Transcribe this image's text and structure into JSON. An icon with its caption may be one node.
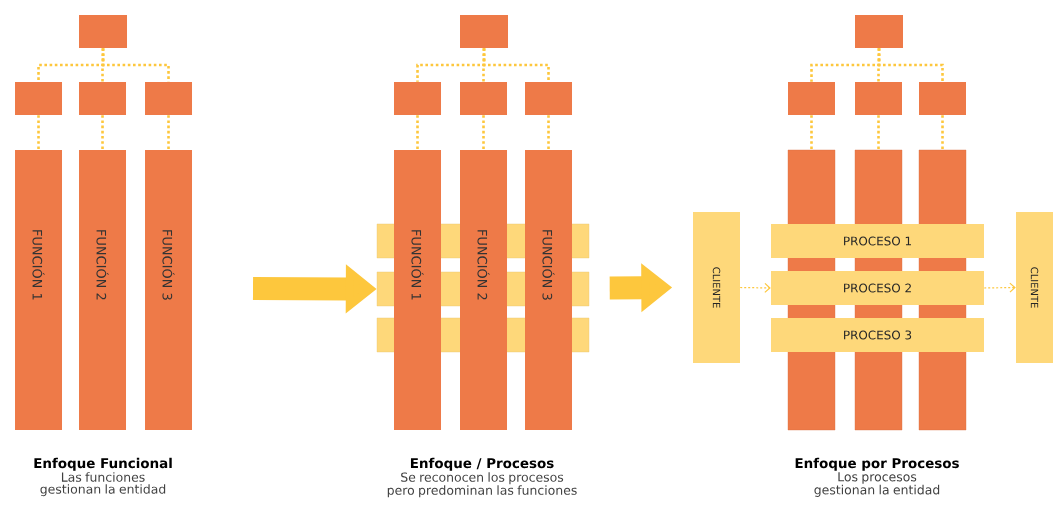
{
  "diagram": {
    "nodes": [
      {
        "text": [],
        "shape": "box"
      },
      {
        "text": [],
        "shape": "box"
      },
      {
        "text": [],
        "shape": "box"
      },
      {
        "text": [],
        "shape": "box"
      },
      {
        "text": [
          "FUNCIÓN 1"
        ]
      },
      {
        "text": [
          "FUNCIÓN 2"
        ]
      },
      {
        "text": [
          "FUNCIÓN 3"
        ]
      },
      {
        "text": [],
        "shape": "box"
      },
      {
        "text": [],
        "shape": "box"
      },
      {
        "text": [],
        "shape": "box"
      },
      {
        "text": [],
        "shape": "box"
      },
      {
        "text": [
          "FUNCIÓN 1"
        ]
      },
      {
        "text": [
          "FUNCIÓN 2"
        ]
      },
      {
        "text": [
          "FUNCIÓN 3"
        ]
      },
      {
        "text": [],
        "shape": "bar"
      },
      {
        "text": [],
        "shape": "bar"
      },
      {
        "text": [],
        "shape": "bar"
      },
      {
        "text": [],
        "shape": "box"
      },
      {
        "text": [],
        "shape": "box"
      },
      {
        "text": [],
        "shape": "box"
      },
      {
        "text": [],
        "shape": "box"
      },
      {
        "text": [],
        "shape": "bar"
      },
      {
        "text": [],
        "shape": "bar"
      },
      {
        "text": [],
        "shape": "bar"
      },
      {
        "text": [
          "CLIENTE"
        ]
      },
      {
        "text": [
          "PROCESO 1"
        ]
      },
      {
        "text": [
          "PROCESO 2"
        ]
      },
      {
        "text": [
          "PROCESO 3"
        ]
      },
      {
        "text": [
          "CLIENTE"
        ]
      }
    ],
    "edges": [
      {
        "from": 0,
        "to": 1,
        "arrow": "none",
        "style": "dashed"
      },
      {
        "from": 0,
        "to": 2,
        "arrow": "none",
        "style": "dashed"
      },
      {
        "from": 0,
        "to": 3,
        "arrow": "none",
        "style": "dashed"
      },
      {
        "from": 1,
        "to": 4,
        "arrow": "none",
        "style": "dashed"
      },
      {
        "from": 2,
        "to": 5,
        "arrow": "none",
        "style": "dashed"
      },
      {
        "from": 3,
        "to": 6,
        "arrow": "none",
        "style": "dashed"
      },
      {
        "from": 7,
        "to": 8,
        "arrow": "none",
        "style": "dashed"
      },
      {
        "from": 7,
        "to": 9,
        "arrow": "none",
        "style": "dashed"
      },
      {
        "from": 7,
        "to": 10,
        "arrow": "none",
        "style": "dashed"
      },
      {
        "from": 8,
        "to": 11,
        "arrow": "none",
        "style": "dashed"
      },
      {
        "from": 9,
        "to": 12,
        "arrow": "none",
        "style": "dashed"
      },
      {
        "from": 10,
        "to": 13,
        "arrow": "none",
        "style": "dashed"
      },
      {
        "from": 17,
        "to": 18,
        "arrow": "none",
        "style": "dashed"
      },
      {
        "from": 17,
        "to": 19,
        "arrow": "none",
        "style": "dashed"
      },
      {
        "from": 17,
        "to": 20,
        "arrow": "none",
        "style": "dashed"
      },
      {
        "from": 18,
        "to": 21,
        "arrow": "none",
        "style": "dashed"
      },
      {
        "from": 19,
        "to": 22,
        "arrow": "none",
        "style": "dashed"
      },
      {
        "from": 20,
        "to": 23,
        "arrow": "none",
        "style": "dashed"
      },
      {
        "from": 24,
        "to": 26,
        "arrow": "to",
        "style": "dashed"
      },
      {
        "from": 26,
        "to": 28,
        "arrow": "to",
        "style": "dashed"
      },
      {
        "from": null,
        "to": 15,
        "arrow": "to",
        "style": "thick"
      },
      {
        "from": 15,
        "to": 24,
        "arrow": "to",
        "style": "thick"
      }
    ],
    "labels": [
      "Enfoque Funcional",
      "Las funciones gestionan la entidad",
      "Enfoque / Procesos",
      "Se reconocen los procesos pero predominan las funciones",
      "Enfoque por Procesos",
      "Los procesos gestionan la entidad"
    ]
  }
}
